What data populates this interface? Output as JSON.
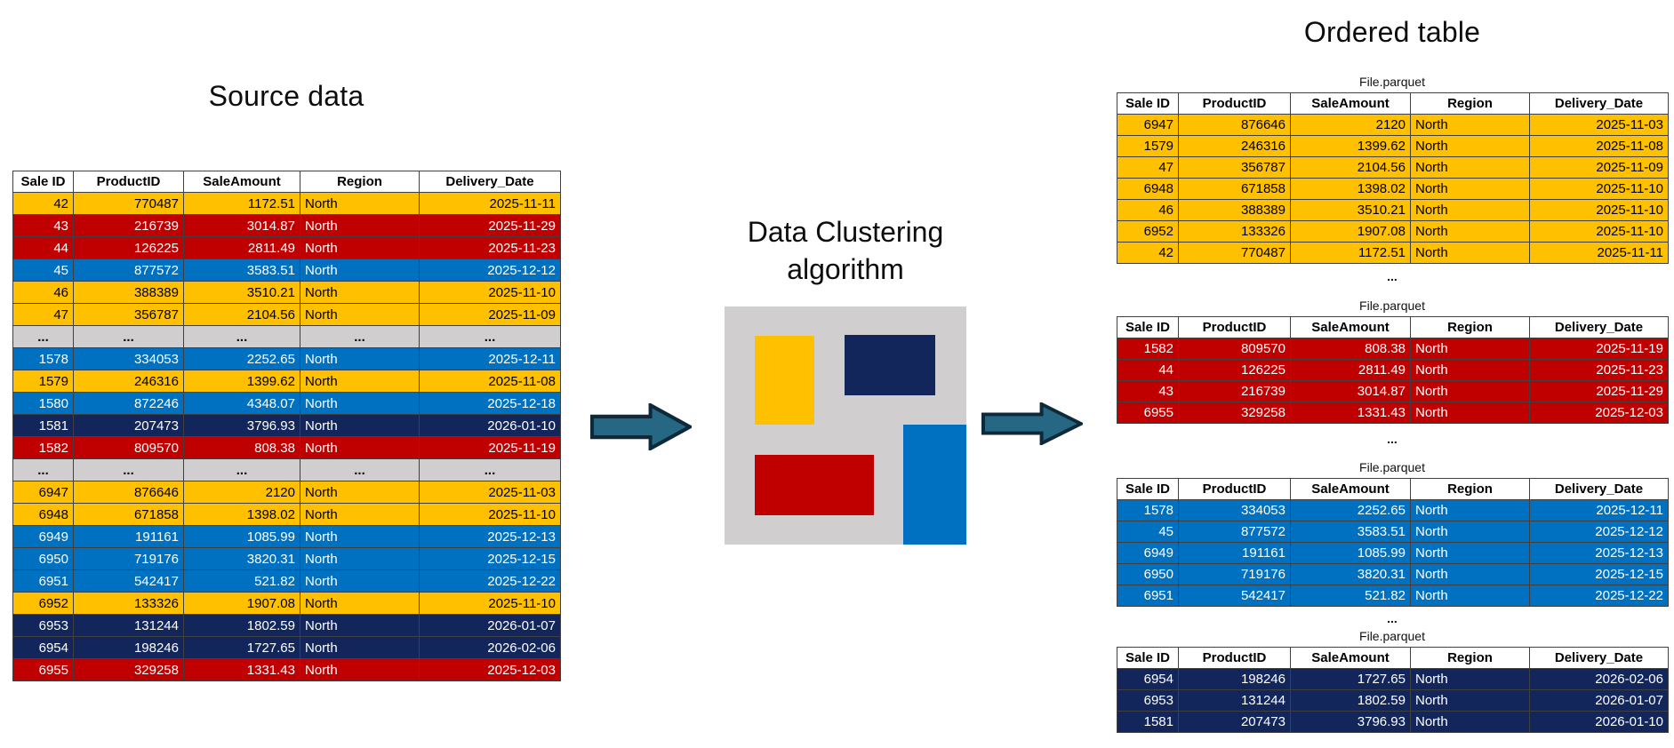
{
  "titles": {
    "source": "Source data",
    "algorithm": "Data Clustering algorithm",
    "ordered": "Ordered table"
  },
  "parquet_label": "File.parquet",
  "ellipsis_text": "...",
  "columns": [
    "Sale ID",
    "ProductID",
    "SaleAmount",
    "Region",
    "Delivery_Date"
  ],
  "source_table": {
    "rows": [
      {
        "c": "gold",
        "cells": [
          "42",
          "770487",
          "1172.51",
          "North",
          "2025-11-11"
        ]
      },
      {
        "c": "red",
        "cells": [
          "43",
          "216739",
          "3014.87",
          "North",
          "2025-11-29"
        ]
      },
      {
        "c": "red",
        "cells": [
          "44",
          "126225",
          "2811.49",
          "North",
          "2025-11-23"
        ]
      },
      {
        "c": "blue",
        "cells": [
          "45",
          "877572",
          "3583.51",
          "North",
          "2025-12-12"
        ]
      },
      {
        "c": "gold",
        "cells": [
          "46",
          "388389",
          "3510.21",
          "North",
          "2025-11-10"
        ]
      },
      {
        "c": "gold",
        "cells": [
          "47",
          "356787",
          "2104.56",
          "North",
          "2025-11-09"
        ]
      },
      {
        "c": "ellipsis",
        "cells": [
          "...",
          "...",
          "...",
          "...",
          "..."
        ]
      },
      {
        "c": "blue",
        "cells": [
          "1578",
          "334053",
          "2252.65",
          "North",
          "2025-12-11"
        ]
      },
      {
        "c": "gold",
        "cells": [
          "1579",
          "246316",
          "1399.62",
          "North",
          "2025-11-08"
        ]
      },
      {
        "c": "blue",
        "cells": [
          "1580",
          "872246",
          "4348.07",
          "North",
          "2025-12-18"
        ]
      },
      {
        "c": "navy",
        "cells": [
          "1581",
          "207473",
          "3796.93",
          "North",
          "2026-01-10"
        ]
      },
      {
        "c": "red",
        "cells": [
          "1582",
          "809570",
          "808.38",
          "North",
          "2025-11-19"
        ]
      },
      {
        "c": "ellipsis",
        "cells": [
          "...",
          "...",
          "...",
          "...",
          "..."
        ]
      },
      {
        "c": "gold",
        "cells": [
          "6947",
          "876646",
          "2120",
          "North",
          "2025-11-03"
        ]
      },
      {
        "c": "gold",
        "cells": [
          "6948",
          "671858",
          "1398.02",
          "North",
          "2025-11-10"
        ]
      },
      {
        "c": "blue",
        "cells": [
          "6949",
          "191161",
          "1085.99",
          "North",
          "2025-12-13"
        ]
      },
      {
        "c": "blue",
        "cells": [
          "6950",
          "719176",
          "3820.31",
          "North",
          "2025-12-15"
        ]
      },
      {
        "c": "blue",
        "cells": [
          "6951",
          "542417",
          "521.82",
          "North",
          "2025-12-22"
        ]
      },
      {
        "c": "gold",
        "cells": [
          "6952",
          "133326",
          "1907.08",
          "North",
          "2025-11-10"
        ]
      },
      {
        "c": "navy",
        "cells": [
          "6953",
          "131244",
          "1802.59",
          "North",
          "2026-01-07"
        ]
      },
      {
        "c": "navy",
        "cells": [
          "6954",
          "198246",
          "1727.65",
          "North",
          "2026-02-06"
        ]
      },
      {
        "c": "red",
        "cells": [
          "6955",
          "329258",
          "1331.43",
          "North",
          "2025-12-03"
        ]
      }
    ]
  },
  "parquet_tables": [
    {
      "color": "gold",
      "rows": [
        [
          "6947",
          "876646",
          "2120",
          "North",
          "2025-11-03"
        ],
        [
          "1579",
          "246316",
          "1399.62",
          "North",
          "2025-11-08"
        ],
        [
          "47",
          "356787",
          "2104.56",
          "North",
          "2025-11-09"
        ],
        [
          "6948",
          "671858",
          "1398.02",
          "North",
          "2025-11-10"
        ],
        [
          "46",
          "388389",
          "3510.21",
          "North",
          "2025-11-10"
        ],
        [
          "6952",
          "133326",
          "1907.08",
          "North",
          "2025-11-10"
        ],
        [
          "42",
          "770487",
          "1172.51",
          "North",
          "2025-11-11"
        ]
      ]
    },
    {
      "color": "red",
      "rows": [
        [
          "1582",
          "809570",
          "808.38",
          "North",
          "2025-11-19"
        ],
        [
          "44",
          "126225",
          "2811.49",
          "North",
          "2025-11-23"
        ],
        [
          "43",
          "216739",
          "3014.87",
          "North",
          "2025-11-29"
        ],
        [
          "6955",
          "329258",
          "1331.43",
          "North",
          "2025-12-03"
        ]
      ]
    },
    {
      "color": "blue",
      "rows": [
        [
          "1578",
          "334053",
          "2252.65",
          "North",
          "2025-12-11"
        ],
        [
          "45",
          "877572",
          "3583.51",
          "North",
          "2025-12-12"
        ],
        [
          "6949",
          "191161",
          "1085.99",
          "North",
          "2025-12-13"
        ],
        [
          "6950",
          "719176",
          "3820.31",
          "North",
          "2025-12-15"
        ],
        [
          "6951",
          "542417",
          "521.82",
          "North",
          "2025-12-22"
        ]
      ]
    },
    {
      "color": "navy",
      "rows": [
        [
          "6954",
          "198246",
          "1727.65",
          "North",
          "2026-02-06"
        ],
        [
          "6953",
          "131244",
          "1802.59",
          "North",
          "2026-01-07"
        ],
        [
          "1581",
          "207473",
          "3796.93",
          "North",
          "2026-01-10"
        ]
      ]
    }
  ],
  "colors": {
    "gold": "#FFC000",
    "red": "#C00000",
    "blue": "#0070C0",
    "navy": "#12265B",
    "gray": "#D0CECE",
    "arrow_fill": "#266884",
    "arrow_stroke": "#0E2A3A"
  }
}
